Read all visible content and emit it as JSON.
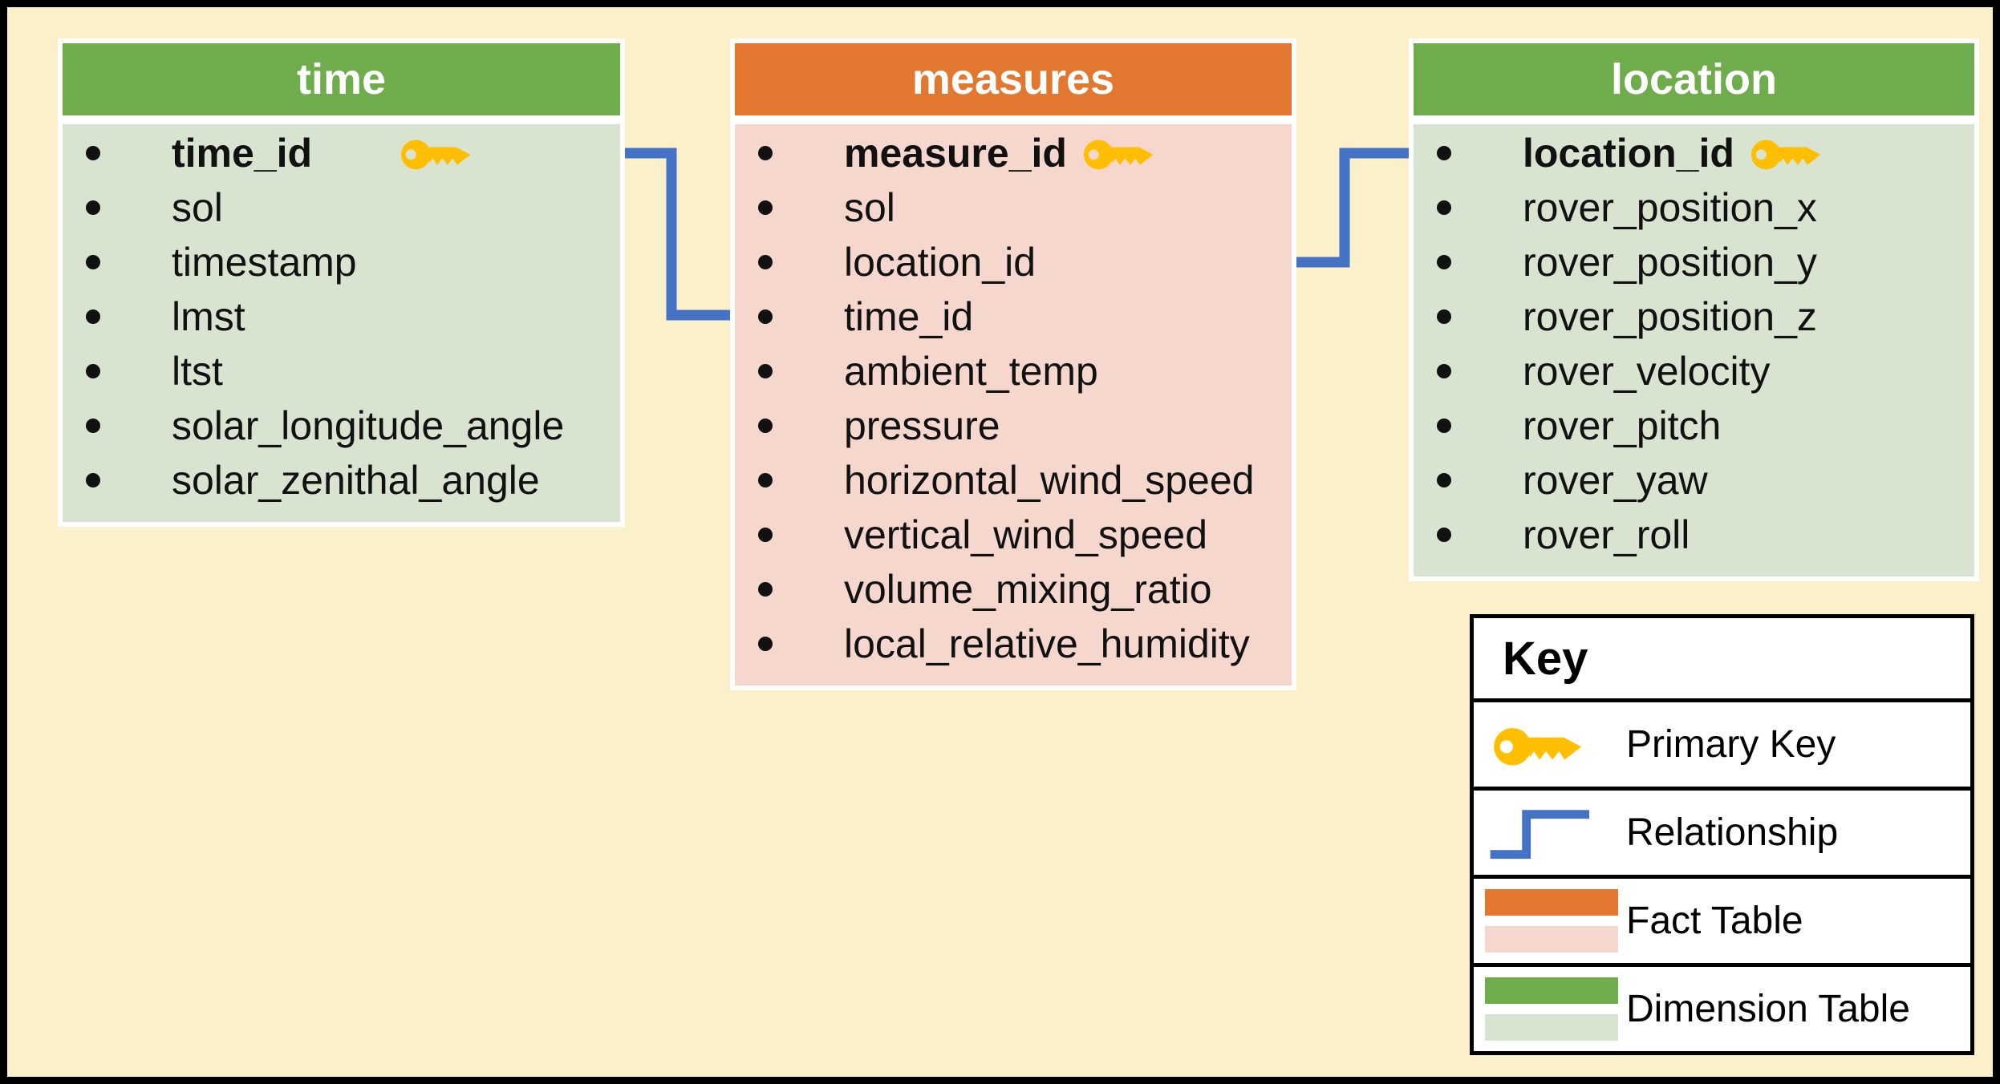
{
  "diagram": {
    "tables": [
      {
        "title": "time",
        "kind": "dimension",
        "fields": [
          {
            "name": "time_id",
            "pk": true
          },
          {
            "name": "sol"
          },
          {
            "name": "timestamp"
          },
          {
            "name": "lmst"
          },
          {
            "name": "ltst"
          },
          {
            "name": "solar_longitude_angle"
          },
          {
            "name": "solar_zenithal_angle"
          }
        ]
      },
      {
        "title": "measures",
        "kind": "fact",
        "fields": [
          {
            "name": "measure_id",
            "pk": true
          },
          {
            "name": "sol"
          },
          {
            "name": "location_id"
          },
          {
            "name": "time_id"
          },
          {
            "name": "ambient_temp"
          },
          {
            "name": "pressure"
          },
          {
            "name": "horizontal_wind_speed"
          },
          {
            "name": "vertical_wind_speed"
          },
          {
            "name": "volume_mixing_ratio"
          },
          {
            "name": "local_relative_humidity"
          }
        ]
      },
      {
        "title": "location",
        "kind": "dimension",
        "fields": [
          {
            "name": "location_id",
            "pk": true
          },
          {
            "name": "rover_position_x"
          },
          {
            "name": "rover_position_y"
          },
          {
            "name": "rover_position_z"
          },
          {
            "name": "rover_velocity"
          },
          {
            "name": "rover_pitch"
          },
          {
            "name": "rover_yaw"
          },
          {
            "name": "rover_roll"
          }
        ]
      }
    ],
    "relationships": [
      {
        "from": "time.time_id",
        "to": "measures.time_id"
      },
      {
        "from": "measures.location_id",
        "to": "location.location_id"
      }
    ],
    "legend": {
      "title": "Key",
      "items": [
        {
          "symbol": "primary-key-icon",
          "label": "Primary Key"
        },
        {
          "symbol": "relationship-line",
          "label": "Relationship"
        },
        {
          "symbol": "fact-table-swatch",
          "label": "Fact Table"
        },
        {
          "symbol": "dimension-table-swatch",
          "label": "Dimension Table"
        }
      ]
    },
    "colors": {
      "background": "#FCF0CA",
      "border": "#000000",
      "fact_header": "#E2782F",
      "fact_body": "#F5D7CD",
      "dimension_header": "#6FAC4B",
      "dimension_body": "#D8E3D0",
      "relationship_line": "#4472C4",
      "primary_key": "#FFBF00"
    }
  }
}
